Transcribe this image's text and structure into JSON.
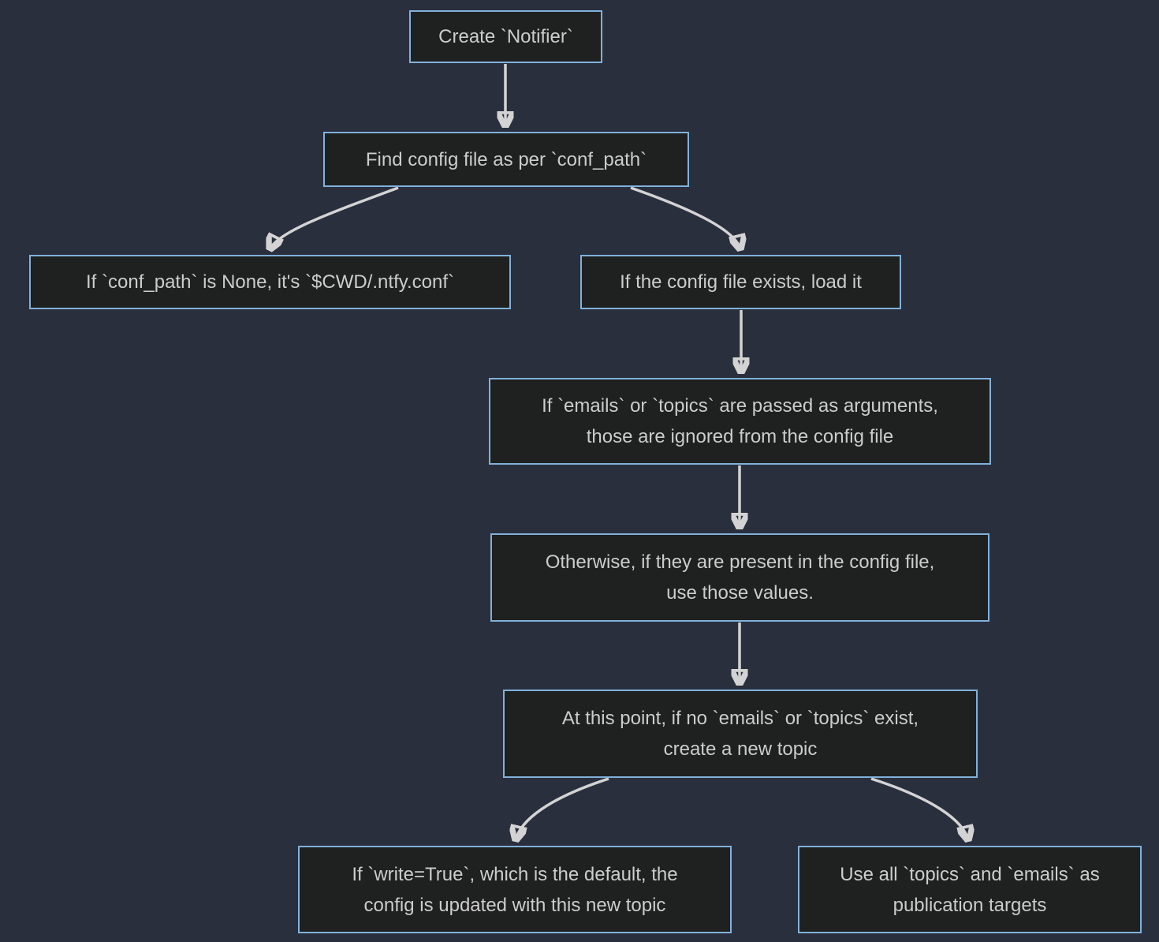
{
  "diagram": {
    "type": "flowchart",
    "direction": "top-down",
    "nodes": [
      {
        "id": "create_notifier",
        "label": "Create `Notifier`"
      },
      {
        "id": "find_config",
        "label": "Find config file as per `conf_path`"
      },
      {
        "id": "default_conf_path",
        "label": "If `conf_path` is None, it's `$CWD/.ntfy.conf`"
      },
      {
        "id": "load_config",
        "label": "If the config file exists, load it"
      },
      {
        "id": "args_override",
        "label": "If `emails` or `topics` are passed as arguments,\nthose are ignored from the config file"
      },
      {
        "id": "use_config_values",
        "label": "Otherwise, if they are present in the config file,\nuse those values."
      },
      {
        "id": "create_new_topic",
        "label": "At this point, if no `emails` or `topics` exist,\ncreate a new topic"
      },
      {
        "id": "write_config",
        "label": "If `write=True`, which is the default, the\nconfig is updated with this new topic"
      },
      {
        "id": "publication_targets",
        "label": "Use all `topics` and `emails` as\npublication targets"
      }
    ],
    "edges": [
      {
        "from": "create_notifier",
        "to": "find_config"
      },
      {
        "from": "find_config",
        "to": "default_conf_path"
      },
      {
        "from": "find_config",
        "to": "load_config"
      },
      {
        "from": "load_config",
        "to": "args_override"
      },
      {
        "from": "args_override",
        "to": "use_config_values"
      },
      {
        "from": "use_config_values",
        "to": "create_new_topic"
      },
      {
        "from": "create_new_topic",
        "to": "write_config"
      },
      {
        "from": "create_new_topic",
        "to": "publication_targets"
      }
    ],
    "colors": {
      "background": "#2a2f3e",
      "node_fill": "#1f2020",
      "node_border": "#81b1db",
      "node_text": "#cccccc",
      "edge": "#d3d3d3"
    }
  }
}
